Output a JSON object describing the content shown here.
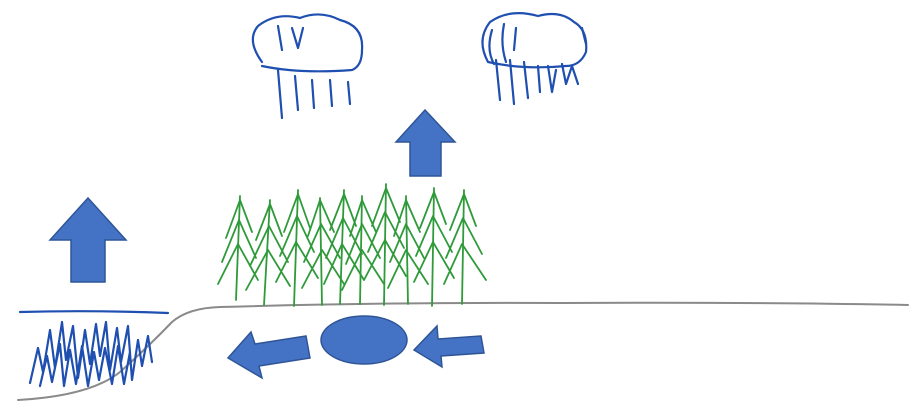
{
  "diagram": {
    "kind": "hand-drawn water cycle sketch",
    "elements": [
      {
        "id": "cloud-left",
        "type": "rain-cloud-icon"
      },
      {
        "id": "cloud-right",
        "type": "rain-cloud-icon"
      },
      {
        "id": "lake",
        "type": "water-body-icon"
      },
      {
        "id": "forest",
        "type": "pine-trees-icon"
      },
      {
        "id": "groundwater",
        "type": "groundwater-ellipse"
      },
      {
        "id": "ground",
        "type": "ground-line"
      }
    ],
    "arrows": [
      {
        "id": "evaporation-arrow",
        "direction": "up",
        "from": "lake",
        "to": "sky"
      },
      {
        "id": "transpiration-arrow",
        "direction": "up",
        "from": "forest",
        "to": "clouds"
      },
      {
        "id": "outflow-arrow",
        "direction": "down-left",
        "from": "groundwater",
        "to": "lake"
      },
      {
        "id": "inflow-arrow",
        "direction": "left",
        "from": "right",
        "to": "groundwater"
      }
    ],
    "colors": {
      "arrow_fill": "#4472c4",
      "arrow_stroke": "#2f5597",
      "ink_blue": "#1f4fb0",
      "tree_green": "#2f9a3a",
      "ground_gray": "#8a8a8a"
    }
  }
}
